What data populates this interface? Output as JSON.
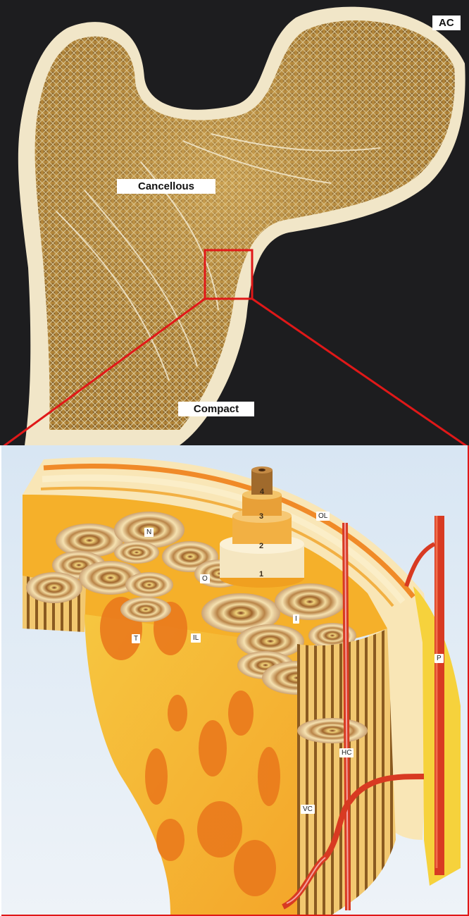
{
  "photo": {
    "labels": {
      "ac": "AC",
      "cancellous": "Cancellous",
      "compact": "Compact"
    }
  },
  "diagram": {
    "labels": {
      "ol": "OL",
      "n": "N",
      "o": "O",
      "i": "I",
      "t": "T",
      "il": "IL",
      "p": "P",
      "hc": "HC",
      "vc": "VC"
    },
    "lamella_numbers": [
      "1",
      "2",
      "3",
      "4"
    ]
  },
  "colors": {
    "highlight": "#e01818",
    "bone_photo": "#c9a24a",
    "cortex": "#f3ead2",
    "diagram_orange": "#f0a020",
    "vessel_red": "#d83a22"
  }
}
